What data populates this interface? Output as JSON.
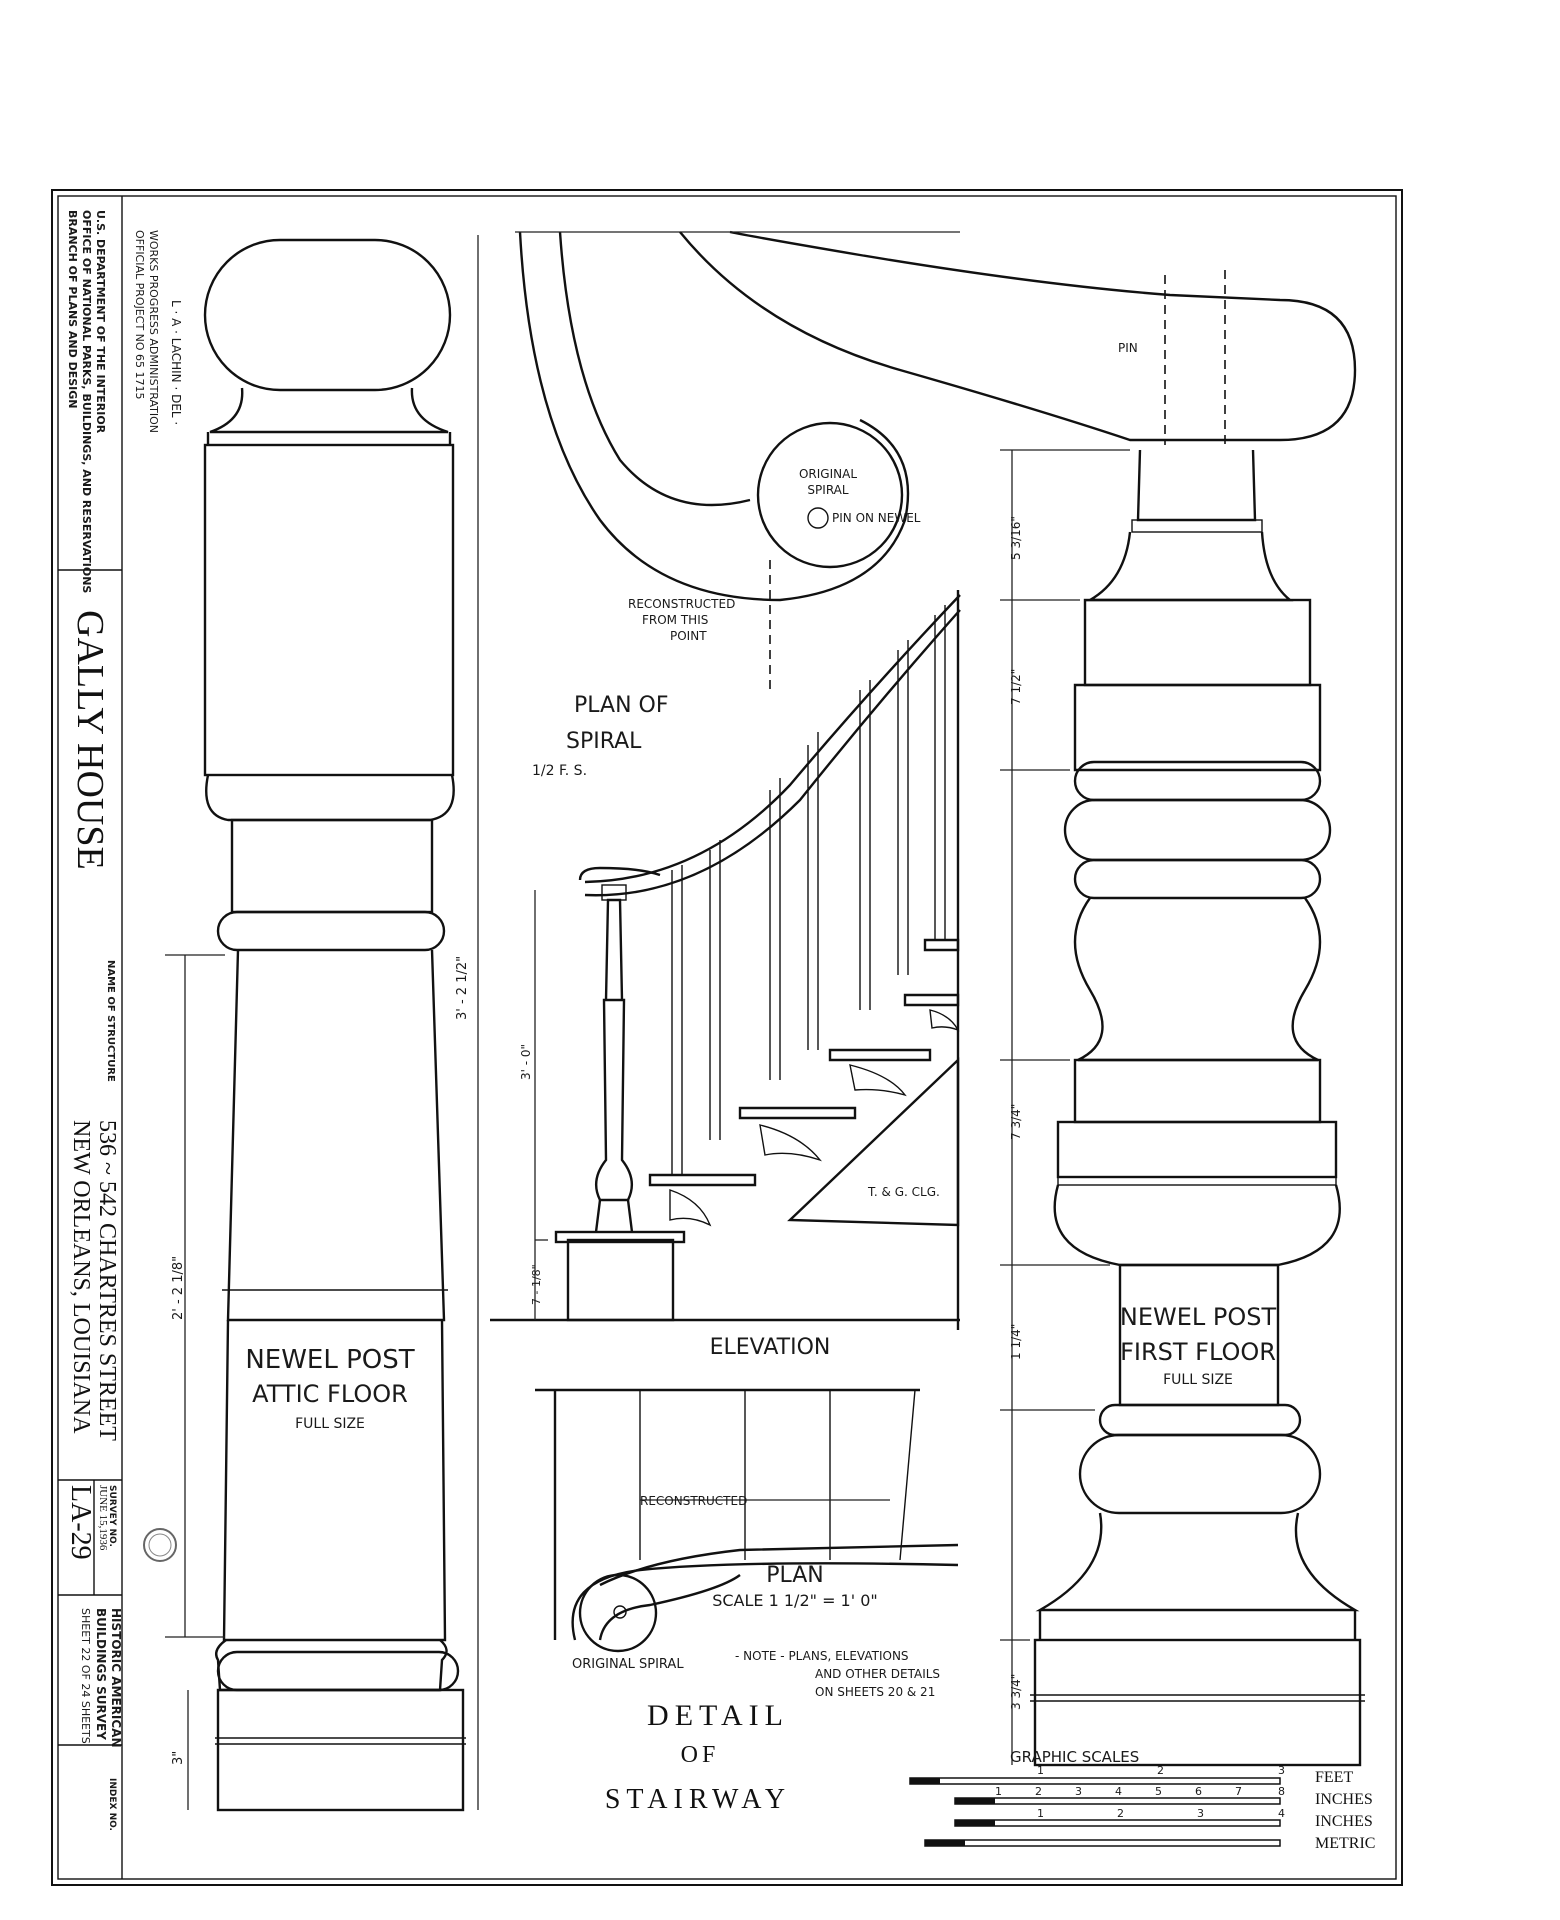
{
  "title_block": {
    "agency": [
      "U.S. DEPARTMENT OF THE INTERIOR",
      "OFFICE OF NATIONAL PARKS, BUILDINGS, AND RESERVATIONS",
      "BRANCH OF PLANS AND DESIGN"
    ],
    "program": [
      "WORKS PROGRESS ADMINISTRATION",
      "OFFICIAL PROJECT NO 65 1715"
    ],
    "delineator": "L · A · LACHIN · DEL ·",
    "building_name": "GALLY HOUSE",
    "name_of_structure_label": "NAME OF STRUCTURE",
    "address": "536 ~ 542 CHARTRES STREET",
    "city": "NEW ORLEANS, LOUISIANA",
    "survey_no_label": "SURVEY NO.",
    "survey_no": "LA-29",
    "date": "JUNE 15,1936",
    "survey_name": [
      "HISTORIC AMERICAN",
      "BUILDINGS SURVEY"
    ],
    "sheet": "SHEET 22 OF 24 SHEETS",
    "index_label": "INDEX NO."
  },
  "attic_post": {
    "title": "NEWEL POST",
    "subtitle": "ATTIC FLOOR",
    "scale": "FULL SIZE",
    "dim_total": "3' - 2 1/2\"",
    "dim_shaft": "2' - 2 1/8\"",
    "dim_base": "3\""
  },
  "spiral_plan": {
    "title_1": "PLAN OF",
    "title_2": "SPIRAL",
    "scale": "1/2 F. S.",
    "note_original_1": "ORIGINAL",
    "note_original_2": "SPIRAL",
    "note_pin": "PIN ON NEWEL",
    "note_reconstructed": [
      "RECONSTRUCTED",
      "FROM THIS",
      "POINT"
    ]
  },
  "elevation": {
    "title": "ELEVATION",
    "dim_height": "3' - 0\"",
    "dim_base": "7 - 1/8\"",
    "ceiling_note": "T. & G. CLG."
  },
  "stair_plan": {
    "title": "PLAN",
    "scale": "SCALE 1 1/2\" = 1' 0\"",
    "note_reconstructed": "RECONSTRUCTED",
    "note_original": "ORIGINAL SPIRAL"
  },
  "note": [
    "- NOTE -   PLANS, ELEVATIONS",
    "AND OTHER DETAILS",
    "ON SHEETS 20 & 21"
  ],
  "detail_title": [
    "DETAIL",
    "OF",
    "STAIRWAY"
  ],
  "first_post": {
    "title": "NEWEL POST",
    "subtitle": "FIRST FLOOR",
    "scale": "FULL SIZE",
    "pin_label": "PIN",
    "dims": [
      "5 3/16\"",
      "7 1/2\"",
      "7 3/4\"",
      "1 1/4\"",
      "3 3/4\""
    ]
  },
  "graphic_scales": {
    "title": "GRAPHIC SCALES",
    "units": [
      "FEET",
      "INCHES",
      "INCHES",
      "METRIC"
    ],
    "row1_ticks": [
      "1",
      "2",
      "3"
    ],
    "row2_ticks": [
      "1",
      "2",
      "3",
      "4",
      "5",
      "6",
      "7",
      "8"
    ],
    "row3_ticks": [
      "1",
      "2",
      "3",
      "4"
    ]
  }
}
